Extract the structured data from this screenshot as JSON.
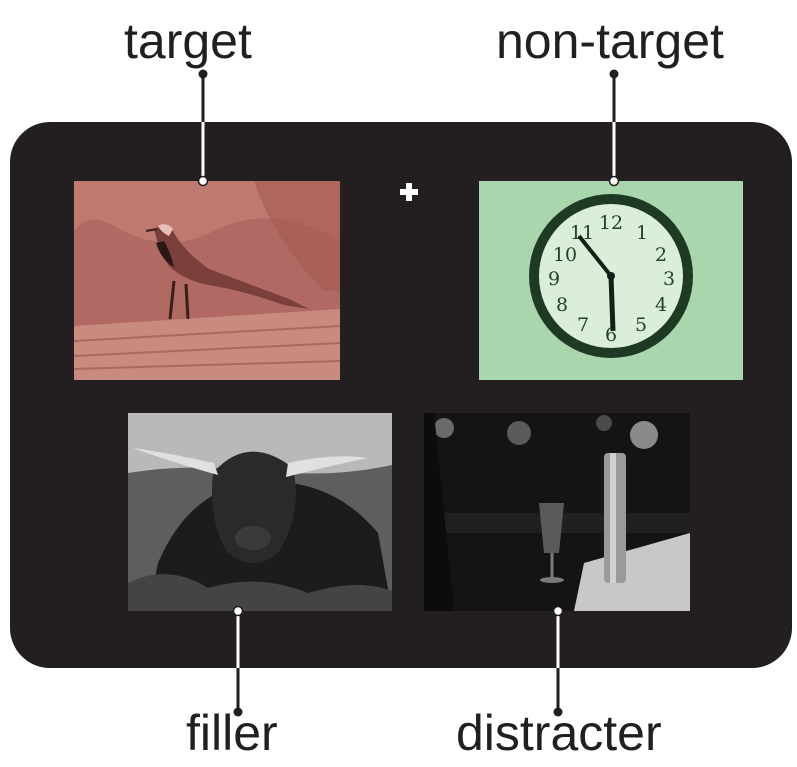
{
  "labels": {
    "target": "target",
    "non_target": "non-target",
    "filler": "filler",
    "distracter": "distracter"
  },
  "colors": {
    "panel": "#231f20",
    "target_tint": "#b86a62",
    "non_target_tint": "#a8d8b0",
    "text": "#231f20"
  },
  "icons": {
    "fixation": "plus-icon"
  }
}
